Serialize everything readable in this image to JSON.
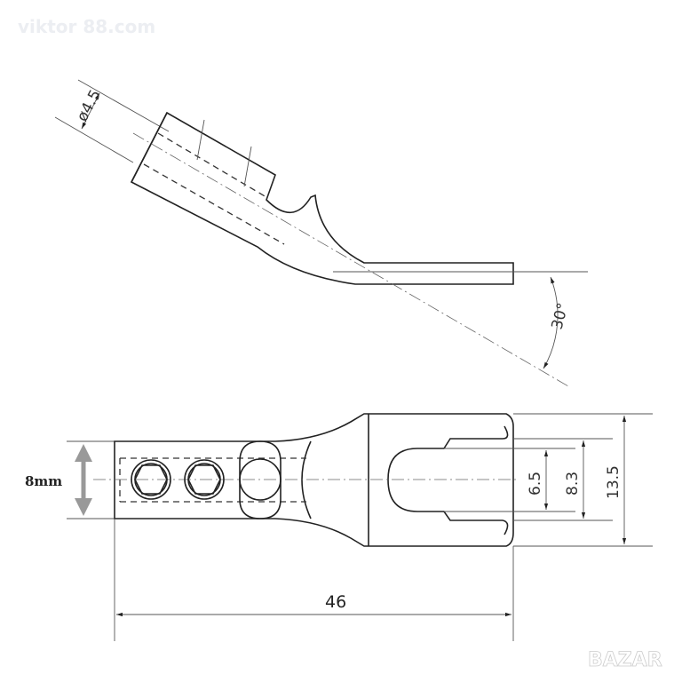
{
  "watermark": "viktor 88.com",
  "logo": "BAZAR",
  "top_view": {
    "diameter_label": "ø4.5",
    "angle_label": "30°"
  },
  "bottom_view": {
    "width_label": "8mm",
    "length_label": "46",
    "slot_inner_label": "6.5",
    "slot_outer_label": "8.3",
    "fork_width_label": "13.5"
  }
}
